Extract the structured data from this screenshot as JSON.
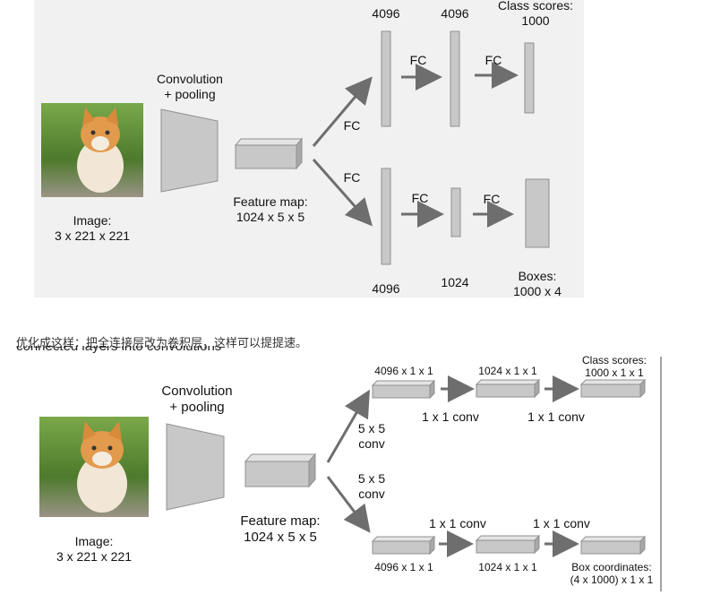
{
  "top": {
    "image_label": [
      "Image:",
      "3 x 221 x 221"
    ],
    "conv_label": [
      "Convolution",
      "+ pooling"
    ],
    "feature_label": [
      "Feature map:",
      "1024 x 5 x 5"
    ],
    "fc": "FC",
    "cls_4096_a": "4096",
    "cls_4096_b": "4096",
    "cls_scores": [
      "Class scores:",
      "1000"
    ],
    "box_4096": "4096",
    "box_1024": "1024",
    "boxes": [
      "Boxes:",
      "1000 x 4"
    ]
  },
  "caption": "优化成这样：把全连接层改为卷积层，这样可以提提速。",
  "cut_text": "connected layers into convolutions",
  "bottom": {
    "conv_label": [
      "Convolution",
      "+ pooling"
    ],
    "feature_label": [
      "Feature map:",
      "1024 x 5 x 5"
    ],
    "image_label": [
      "Image:",
      "3 x 221 x 221"
    ],
    "conv55": [
      "5 x 5",
      "conv"
    ],
    "conv11": "1 x 1 conv",
    "top_row": [
      "4096 x 1 x 1",
      "1024 x 1 x 1"
    ],
    "class_scores": [
      "Class scores:",
      "1000 x 1 x 1"
    ],
    "bottom_row": [
      "4096 x 1 x 1",
      "1024 x 1 x 1"
    ],
    "box_coords": [
      "Box coordinates:",
      "(4 x 1000) x 1 x 1"
    ]
  },
  "colors": {
    "block": "#c8c8c8",
    "block_edge": "#808080",
    "arrow": "#6e6e6e"
  }
}
